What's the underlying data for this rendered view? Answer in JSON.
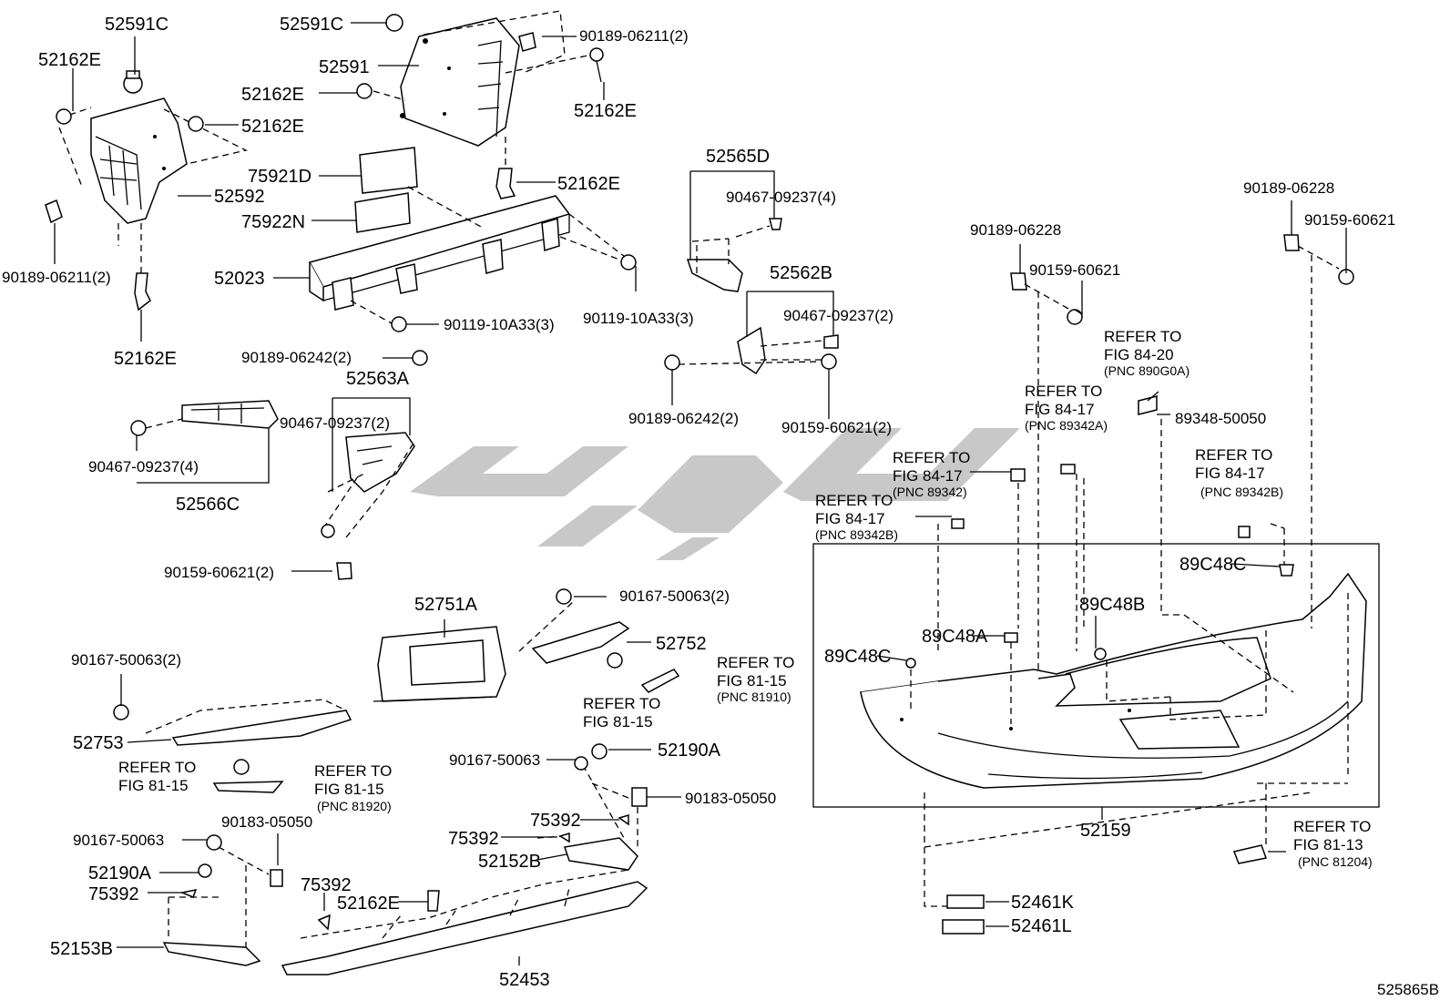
{
  "labels": {
    "l01": "52591C",
    "l02": "52162E",
    "l03": "52162E",
    "l04": "52592",
    "l05": "90189-06211(2)",
    "l06": "52162E",
    "l07": "52591C",
    "l08": "90189-06211(2)",
    "l09": "52591",
    "l10": "52162E",
    "l11": "52162E",
    "l12": "75921D",
    "l13": "52162E",
    "l14": "75922N",
    "l15": "52023",
    "l16": "90119-10A33(3)",
    "l17": "90119-10A33(3)",
    "l18": "52565D",
    "l19": "90467-09237(4)",
    "l20": "52562B",
    "l21": "90467-09237(2)",
    "l22": "90189-06242(2)",
    "l23": "90159-60621(2)",
    "l24": "90189-06242(2)",
    "l25": "52563A",
    "l26": "90467-09237(2)",
    "l27": "90467-09237(4)",
    "l28": "52566C",
    "l29": "90159-60621(2)",
    "l30": "90189-06228",
    "l31": "90159-60621",
    "l32": "90189-06228",
    "l33": "90159-60621",
    "l34a": "REFER TO",
    "l34b": "FIG 84-20",
    "l34c": "(PNC 890G0A)",
    "l35a": "REFER TO",
    "l35b": "FIG 84-17",
    "l35c": "(PNC 89342A)",
    "l36": "89348-50050",
    "l37a": "REFER TO",
    "l37b": "FIG 84-17",
    "l37c": "(PNC 89342)",
    "l38a": "REFER TO",
    "l38b": "FIG 84-17",
    "l38c": "(PNC 89342B)",
    "l39a": "REFER TO",
    "l39b": "FIG 84-17",
    "l39c": "(PNC 89342B)",
    "l40": "89C48C",
    "l41": "89C48B",
    "l42": "89C48A",
    "l43": "89C48C",
    "l44": "52751A",
    "l45": "90167-50063(2)",
    "l46": "52752",
    "l47a": "REFER TO",
    "l47b": "FIG 81-15",
    "l47c": "(PNC 81910)",
    "l48a": "REFER TO",
    "l48b": "FIG 81-15",
    "l49": "90167-50063(2)",
    "l50": "52753",
    "l51a": "REFER TO",
    "l51b": "FIG 81-15",
    "l52a": "REFER TO",
    "l52b": "FIG 81-15",
    "l52c": "(PNC 81920)",
    "l53": "90167-50063",
    "l54": "52190A",
    "l55": "90183-05050",
    "l56": "75392",
    "l57": "75392",
    "l58": "52152B",
    "l59": "90183-05050",
    "l60": "90167-50063",
    "l61": "52190A",
    "l62": "75392",
    "l63": "75392",
    "l64": "52162E",
    "l65": "52153B",
    "l66": "52453",
    "l67": "52159",
    "l68a": "REFER TO",
    "l68b": "FIG 81-13",
    "l68c": "(PNC 81204)",
    "l69": "52461K",
    "l70": "52461L",
    "l71": "525865B"
  }
}
